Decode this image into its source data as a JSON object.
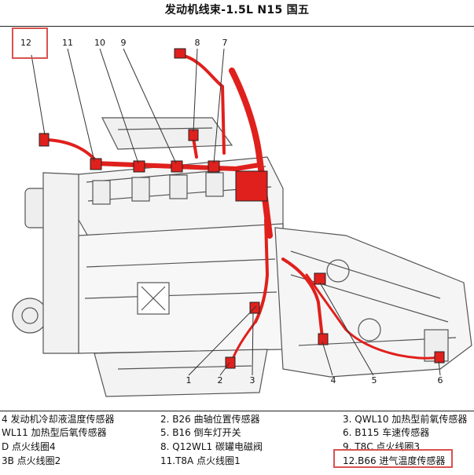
{
  "title": "发动机线束-1.5L N15 国五",
  "callouts": [
    "1",
    "2",
    "3",
    "4",
    "5",
    "6",
    "7",
    "8",
    "9",
    "10",
    "11",
    "12"
  ],
  "legend": [
    "4 发动机冷却液温度传感器",
    "2. B26 曲轴位置传感器",
    "3. QWL10 加热型前氧传感器",
    "WL11 加热型后氧传感器",
    "5. B16 倒车灯开关",
    "6. B115 车速传感器",
    "D 点火线圈4",
    "8. Q12WL1 碳罐电磁阀",
    "9. T8C 点火线圈3",
    "3B 点火线圈2",
    "11.T8A 点火线圈1",
    "12.B66 进气温度传感器"
  ],
  "colors": {
    "harness": "#e0201c",
    "highlight": "#d9534f",
    "line": "#333333"
  }
}
